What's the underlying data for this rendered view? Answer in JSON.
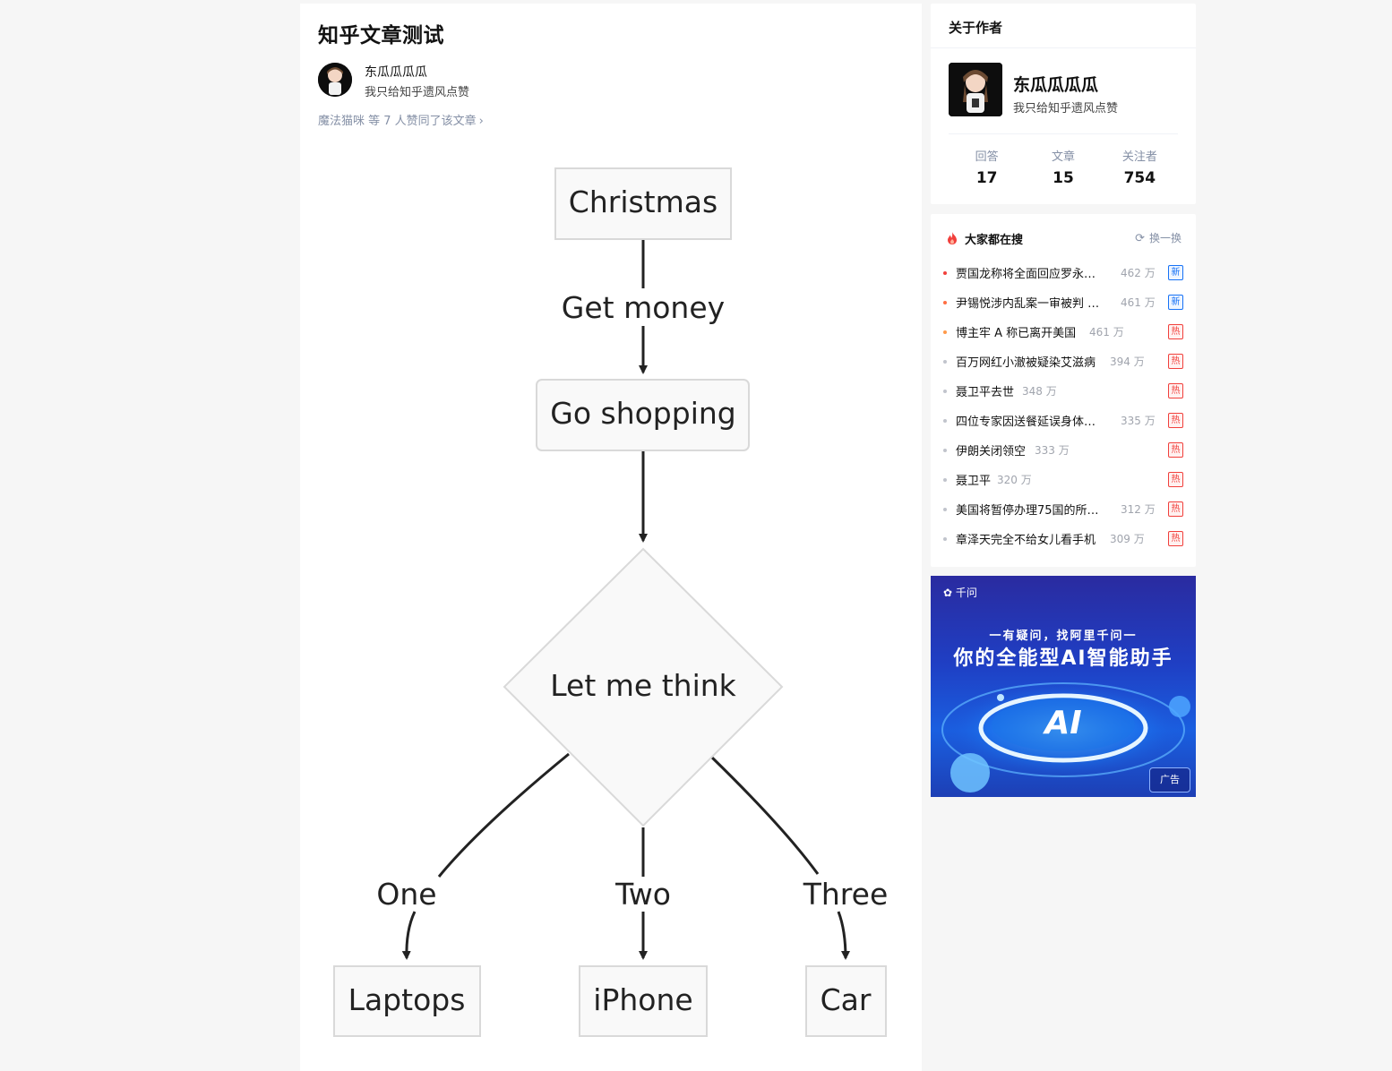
{
  "article": {
    "title": "知乎文章测试",
    "author_name": "东瓜瓜瓜瓜",
    "author_bio": "我只给知乎遗风点赞",
    "likes_text": "魔法猫咪 等 7 人赞同了该文章",
    "likes_chevron": "›"
  },
  "flowchart": {
    "nodes": {
      "start": "Christmas",
      "shop": "Go shopping",
      "decision": "Let me think",
      "laptops": "Laptops",
      "iphone": "iPhone",
      "car": "Car"
    },
    "edges": {
      "get_money": "Get money",
      "one": "One",
      "two": "Two",
      "three": "Three"
    }
  },
  "about": {
    "header": "关于作者",
    "name": "东瓜瓜瓜瓜",
    "bio": "我只给知乎遗风点赞",
    "stats": [
      {
        "label": "回答",
        "value": "17"
      },
      {
        "label": "文章",
        "value": "15"
      },
      {
        "label": "关注者",
        "value": "754"
      }
    ]
  },
  "hot": {
    "title": "大家都在搜",
    "refresh_label": "换一换",
    "items": [
      {
        "text": "贾国龙称将全面回应罗永…",
        "heat": "462 万",
        "badge": "新",
        "badge_type": "new"
      },
      {
        "text": "尹锡悦涉内乱案一审被判 …",
        "heat": "461 万",
        "badge": "新",
        "badge_type": "new"
      },
      {
        "text": "博主牢 A 称已离开美国",
        "heat": "461 万",
        "badge": "热",
        "badge_type": "hot"
      },
      {
        "text": "百万网红小澈被疑染艾滋病",
        "heat": "394 万",
        "badge": "热",
        "badge_type": "hot"
      },
      {
        "text": "聂卫平去世",
        "heat": "348 万",
        "badge": "热",
        "badge_type": "hot"
      },
      {
        "text": "四位专家因送餐延误身体…",
        "heat": "335 万",
        "badge": "热",
        "badge_type": "hot"
      },
      {
        "text": "伊朗关闭领空",
        "heat": "333 万",
        "badge": "热",
        "badge_type": "hot"
      },
      {
        "text": "聂卫平",
        "heat": "320 万",
        "badge": "热",
        "badge_type": "hot"
      },
      {
        "text": "美国将暂停办理75国的所…",
        "heat": "312 万",
        "badge": "热",
        "badge_type": "hot"
      },
      {
        "text": "章泽天完全不给女儿看手机",
        "heat": "309 万",
        "badge": "热",
        "badge_type": "hot"
      }
    ]
  },
  "ad": {
    "logo": "千问",
    "subtitle": "一有疑问，找阿里千问一",
    "headline": "你的全能型AI智能助手",
    "emblem": "AI",
    "tag": "广告"
  }
}
